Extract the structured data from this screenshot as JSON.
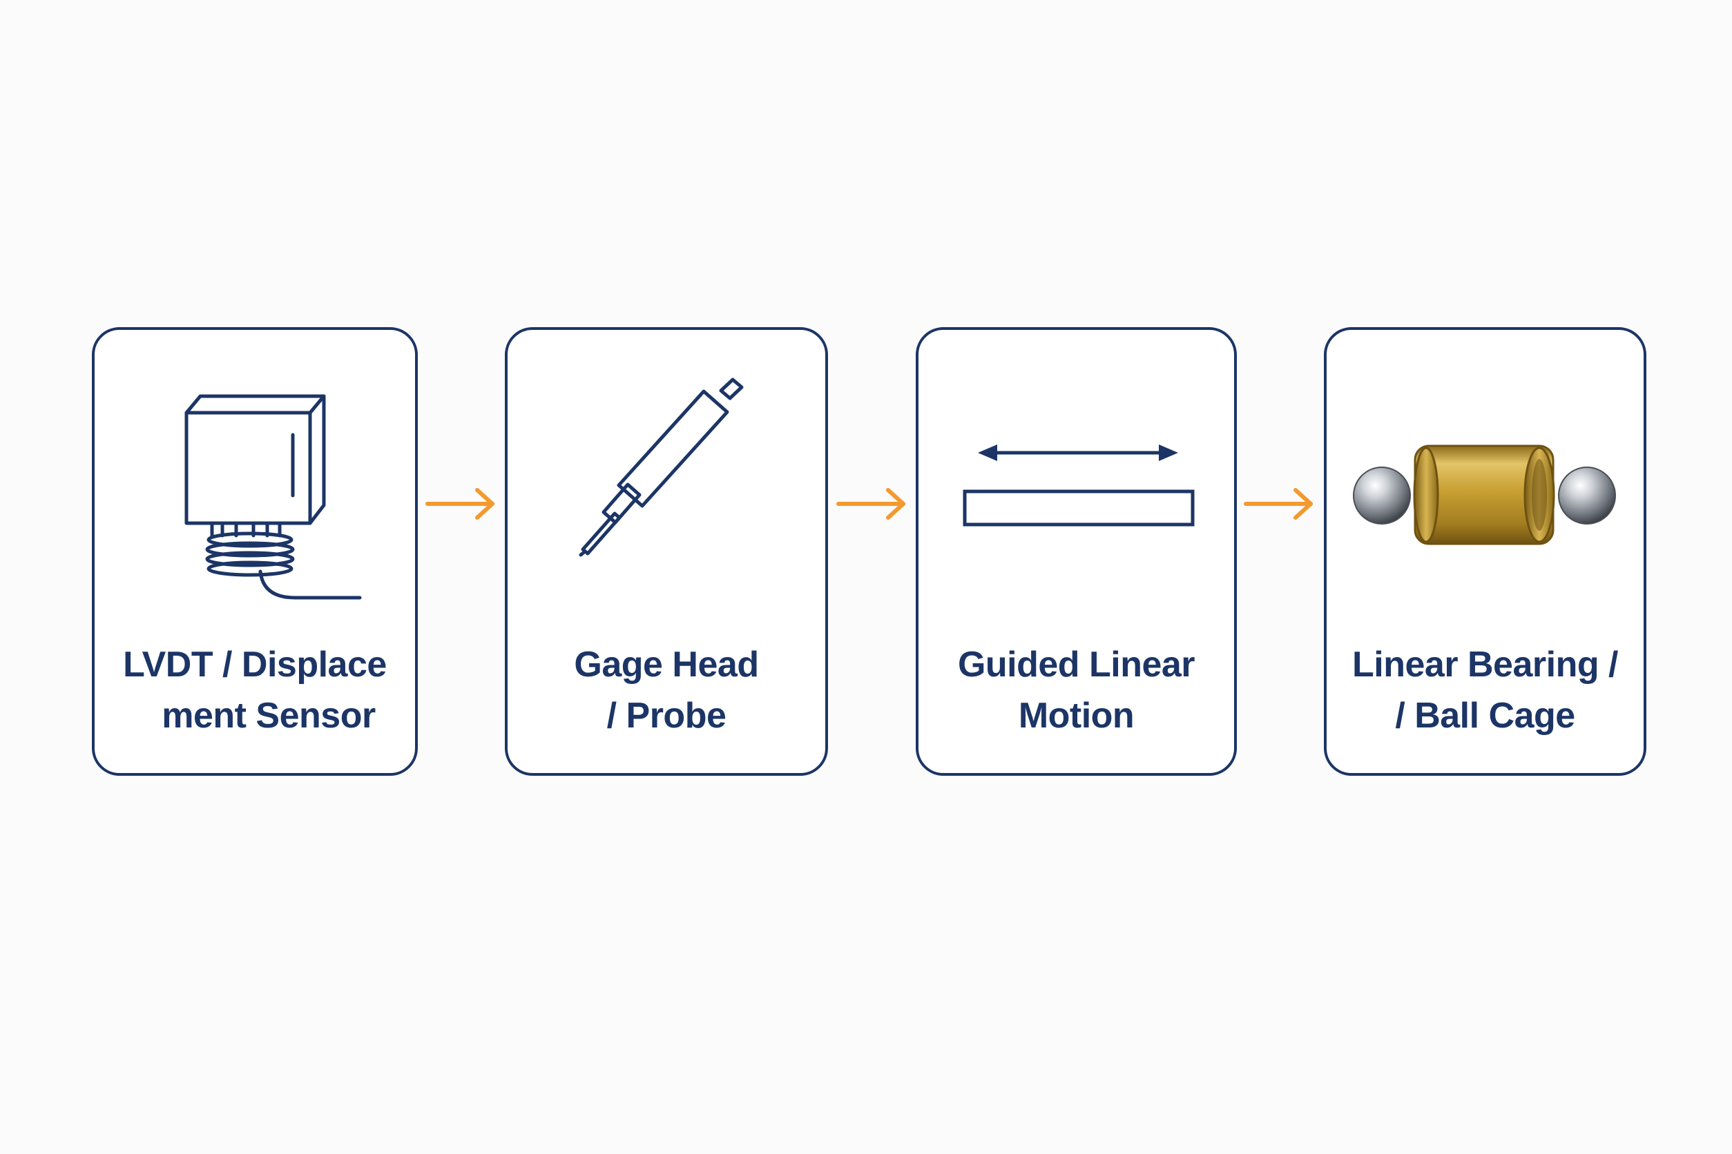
{
  "colors": {
    "navy": "#1c3566",
    "accent_orange": "#f39a2e",
    "card_background": "#ffffff",
    "page_background": "#fbfbfc",
    "brass": "#c9a134",
    "steel": "#9aa0a8"
  },
  "steps": [
    {
      "line1": "LVDT / Displace",
      "line2": "ment Sensor",
      "icon": "lvdt-sensor-icon"
    },
    {
      "line1": "Gage Head",
      "line2": "/ Probe",
      "icon": "gage-probe-icon"
    },
    {
      "line1": "Guided Linear",
      "line2": "Motion",
      "icon": "linear-motion-icon"
    },
    {
      "line1": "Linear Bearing /",
      "line2": "/ Ball Cage",
      "icon": "ball-bearing-icon"
    }
  ],
  "connectors": [
    {
      "from": 1,
      "to": 2,
      "icon": "arrow-right-icon"
    },
    {
      "from": 2,
      "to": 3,
      "icon": "arrow-right-icon"
    },
    {
      "from": 3,
      "to": 4,
      "icon": "arrow-right-icon"
    }
  ]
}
